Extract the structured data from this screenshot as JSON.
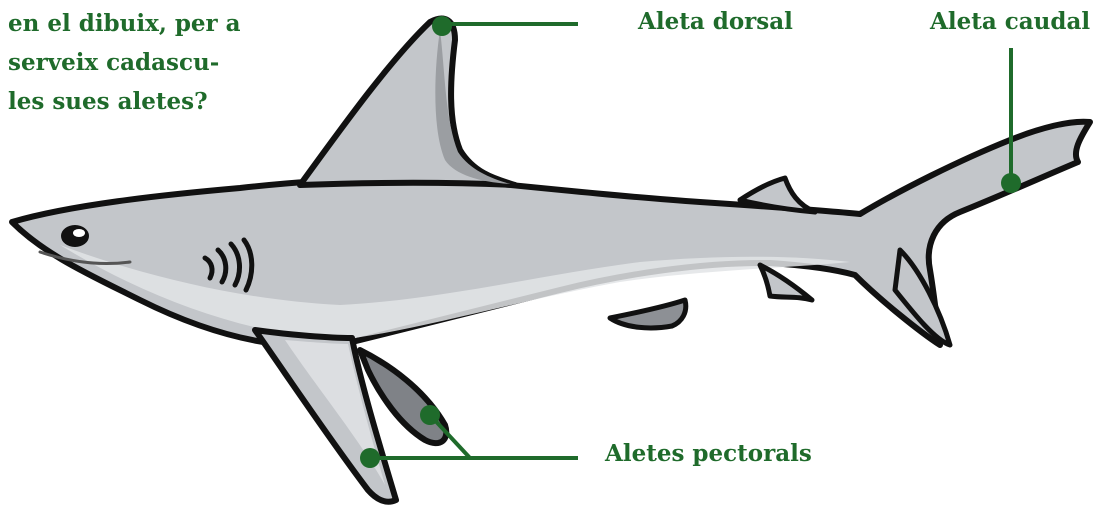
{
  "question": {
    "lines": [
      "en el dibuix, per a",
      "serveix cadascu-",
      "les sues aletes?"
    ]
  },
  "labels": {
    "dorsal": "Aleta dorsal",
    "caudal": "Aleta caudal",
    "pectoral": "Aletes pectorals"
  },
  "colors": {
    "label_green": "#1f6b2b",
    "shark_light": "#c3c6ca",
    "shark_shadow": "#9b9ea2",
    "outline": "#111111"
  }
}
